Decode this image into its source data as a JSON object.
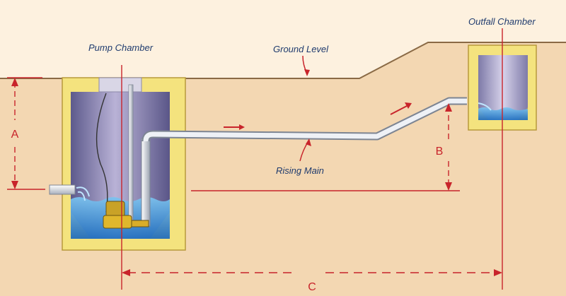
{
  "labels": {
    "pump_chamber": "Pump Chamber",
    "ground_level": "Ground Level",
    "outfall_chamber": "Outfall Chamber",
    "rising_main": "Rising Main"
  },
  "dimensions": {
    "a": "A",
    "b": "B",
    "c": "C"
  },
  "colors": {
    "background": "#fdf1df",
    "soil": "#f3d7b2",
    "concrete": "#f4e37e",
    "dimension_line": "#c8242b",
    "label_text": "#1f3b6e",
    "water": "#3d8fd6",
    "pipe": "#dfe3ea"
  }
}
